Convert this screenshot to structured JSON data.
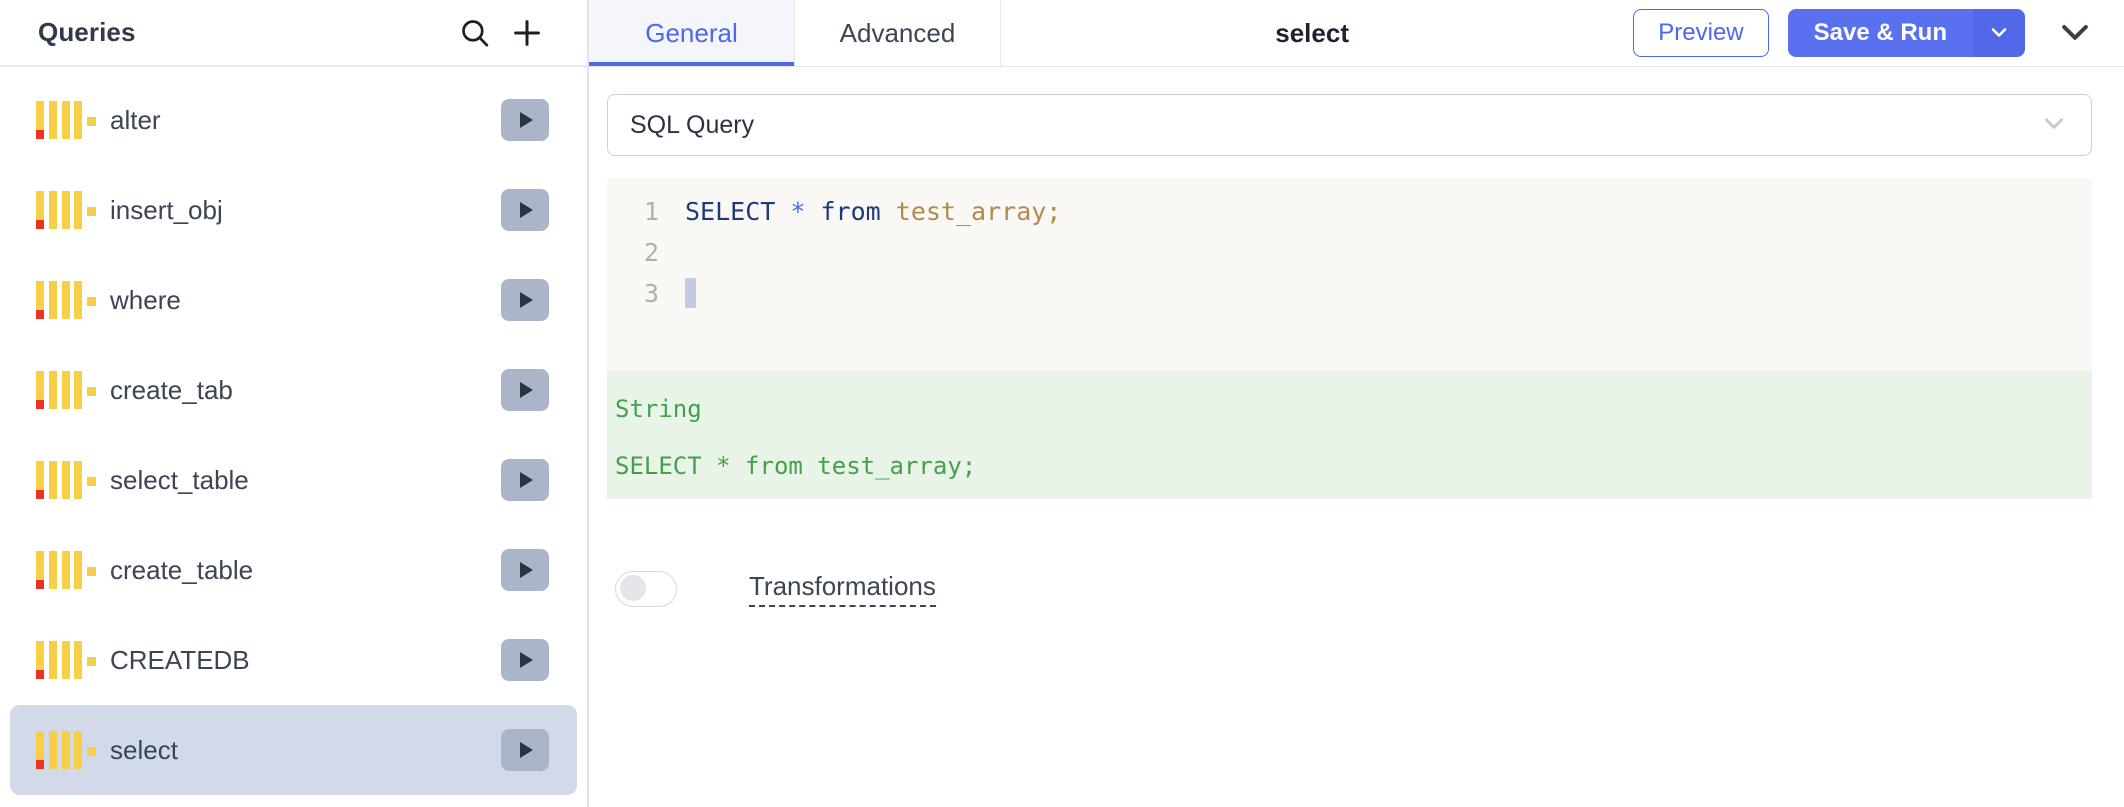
{
  "sidebar": {
    "title": "Queries",
    "search_icon": "search-icon",
    "add_icon": "plus-icon",
    "items": [
      {
        "label": "alter",
        "icon": "query-bars-icon",
        "run_icon": "play-icon",
        "selected": false
      },
      {
        "label": "insert_obj",
        "icon": "query-bars-icon",
        "run_icon": "play-icon",
        "selected": false
      },
      {
        "label": "where",
        "icon": "query-bars-icon",
        "run_icon": "play-icon",
        "selected": false
      },
      {
        "label": "create_tab",
        "icon": "query-bars-icon",
        "run_icon": "play-icon",
        "selected": false
      },
      {
        "label": "select_table",
        "icon": "query-bars-icon",
        "run_icon": "play-icon",
        "selected": false
      },
      {
        "label": "create_table",
        "icon": "query-bars-icon",
        "run_icon": "play-icon",
        "selected": false
      },
      {
        "label": "CREATEDB",
        "icon": "query-bars-icon",
        "run_icon": "play-icon",
        "selected": false
      },
      {
        "label": "select",
        "icon": "query-bars-icon",
        "run_icon": "play-icon",
        "selected": true
      }
    ]
  },
  "topbar": {
    "tabs": [
      {
        "label": "General",
        "active": true
      },
      {
        "label": "Advanced",
        "active": false
      }
    ],
    "title": "select",
    "preview_label": "Preview",
    "save_run_label": "Save & Run",
    "save_run_caret_icon": "chevron-down-icon",
    "collapse_icon": "chevron-down-icon"
  },
  "editor_panel": {
    "query_type": "SQL Query",
    "query_type_caret_icon": "chevron-down-icon",
    "code": {
      "lines": [
        {
          "n": "1",
          "tokens": [
            {
              "t": "SELECT",
              "c": "kw"
            },
            {
              "t": " ",
              "c": "plain"
            },
            {
              "t": "*",
              "c": "star"
            },
            {
              "t": " ",
              "c": "plain"
            },
            {
              "t": "from",
              "c": "kw"
            },
            {
              "t": " ",
              "c": "plain"
            },
            {
              "t": "test_array;",
              "c": "id"
            }
          ]
        },
        {
          "n": "2",
          "tokens": []
        },
        {
          "n": "3",
          "tokens": [],
          "caret": true
        }
      ]
    },
    "output": {
      "type_label": "String",
      "value": "SELECT * from test_array;"
    },
    "transformations": {
      "label": "Transformations",
      "enabled": false
    }
  },
  "colors": {
    "accent": "#4c67f0",
    "accent_solid": "#5a71ef",
    "selected_row": "#d2dae9",
    "editor_bg": "#faf8f5",
    "output_bg": "#e8f4e8",
    "output_text": "#46a04a",
    "icon_yellow": "#f7cf46",
    "icon_red": "#ea3323",
    "play_btn": "#aab5c9",
    "text": "#3b4553"
  }
}
